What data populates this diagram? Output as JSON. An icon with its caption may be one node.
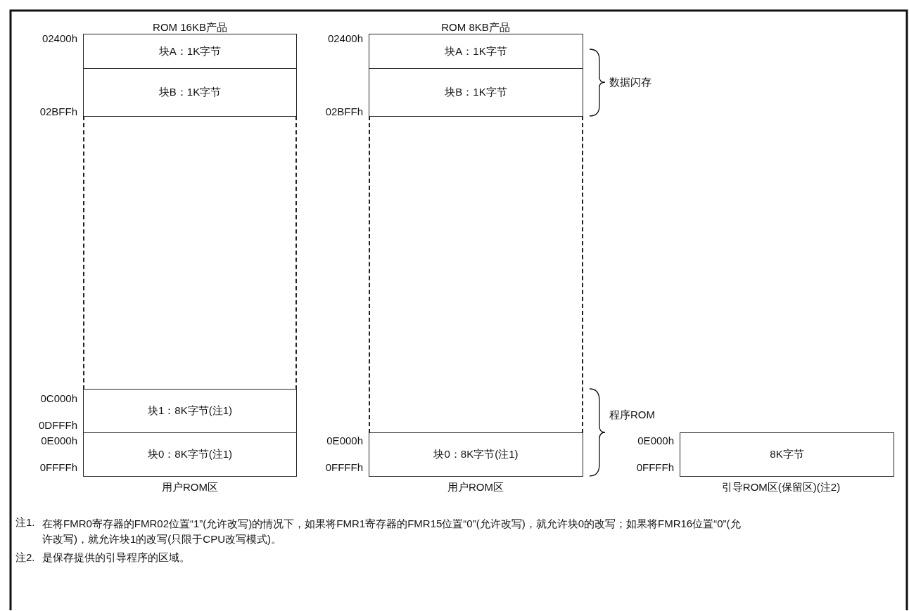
{
  "diagram": {
    "nodes": [
      {
        "text": [
          "块A：1K字节"
        ]
      },
      {
        "text": [
          "块B：1K字节"
        ]
      },
      {
        "text": [],
        "shape": "box"
      },
      {
        "text": [
          "块1：8K字节(注1)"
        ]
      },
      {
        "text": [
          "块0：8K字节(注1)"
        ]
      },
      {
        "text": [
          "块A：1K字节"
        ]
      },
      {
        "text": [
          "块B：1K字节"
        ]
      },
      {
        "text": [],
        "shape": "box"
      },
      {
        "text": [
          "块0：8K字节(注1)"
        ]
      },
      {
        "text": [
          "8K字节"
        ]
      }
    ],
    "edges": [],
    "labels": [
      "ROM 16KB产品",
      "ROM 8KB产品",
      "02400h",
      "02400h",
      "数据闪存",
      "02BFFh",
      "02BFFh",
      "0C000h",
      "程序ROM",
      "0DFFFh",
      "0E000h",
      "0E000h",
      "0E000h",
      "0FFFFh",
      "0FFFFh",
      "0FFFFh",
      "用户ROM区",
      "用户ROM区",
      "引导ROM区(保留区)(注2)",
      "注1.",
      "在将FMR0寄存器的FMR02位置“1”(允许改写)的情况下，如果将FMR1寄存器的FMR15位置“0”(允许改写)，就允许块0的改写；如果将FMR16位置“0”(允许改写)，就允许块1的改写(只限于CPU改写模式)。",
      "注2.",
      "是保存提供的引导程序的区域。"
    ]
  }
}
